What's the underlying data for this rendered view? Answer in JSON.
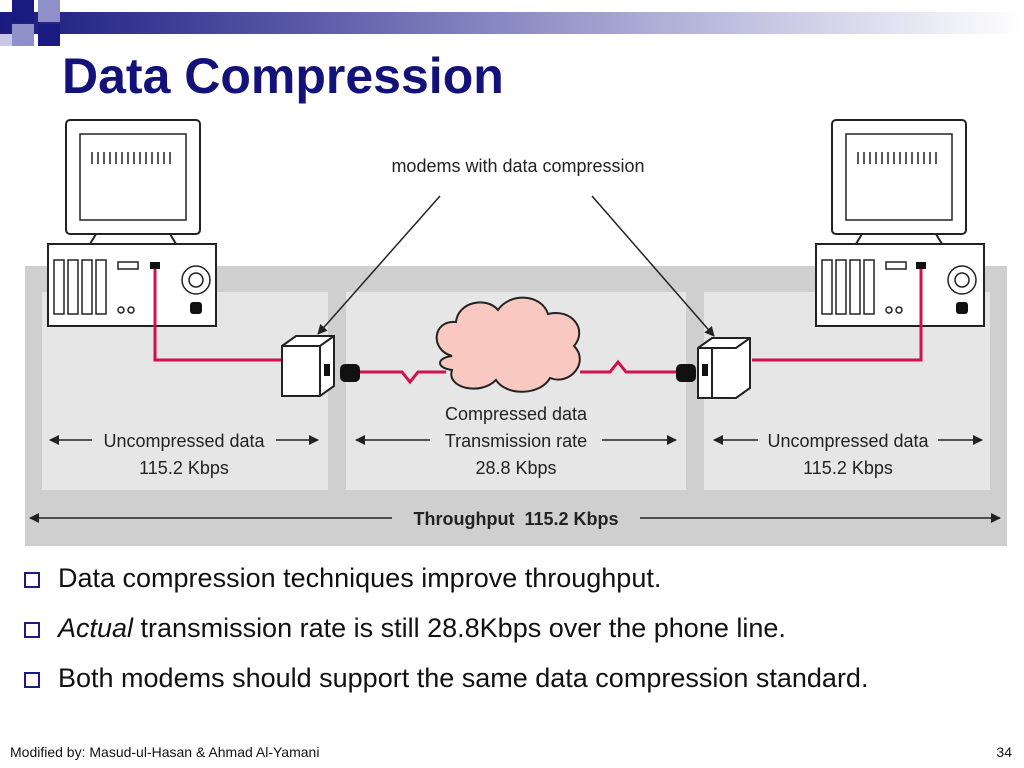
{
  "slide": {
    "title": "Data Compression",
    "footer": "Modified by: Masud-ul-Hasan & Ahmad Al-Yamani",
    "page_number": "34"
  },
  "diagram": {
    "callout": "modems with data compression",
    "left": {
      "label": "Uncompressed data",
      "rate": "115.2 Kbps"
    },
    "middle": {
      "label": "Compressed data",
      "sublabel": "Transmission rate",
      "rate": "28.8 Kbps"
    },
    "right": {
      "label": "Uncompressed data",
      "rate": "115.2 Kbps"
    },
    "throughput": "Throughput  115.2 Kbps"
  },
  "bullets": [
    {
      "text": "Data compression techniques improve throughput."
    },
    {
      "emphasis": "Actual",
      "text": " transmission rate is still 28.8Kbps over the phone line."
    },
    {
      "text": "Both modems should support the same data compression standard."
    }
  ],
  "colors": {
    "title": "#12127a",
    "accent": "#1a1a80",
    "cable": "#d01050",
    "cloud": "#f9c8c0",
    "panel_bg": "#cfcfcf",
    "panel": "#e6e6e6"
  }
}
